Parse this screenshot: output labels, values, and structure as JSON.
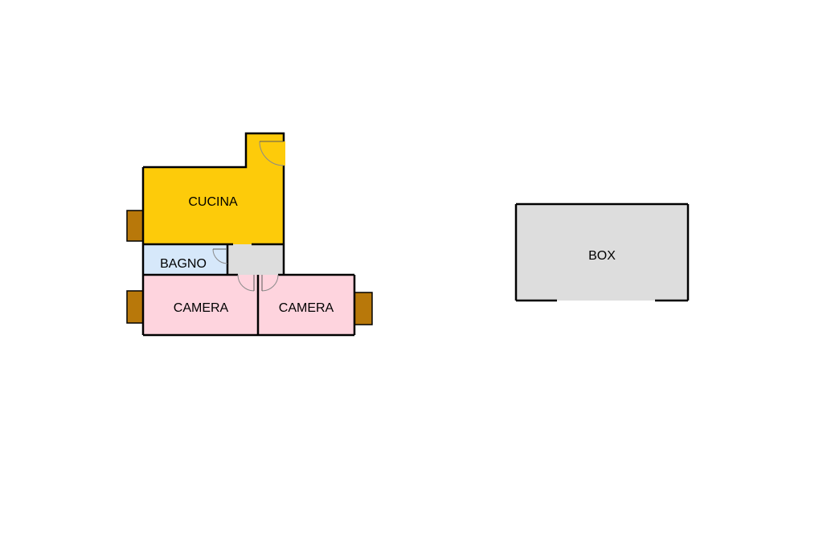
{
  "colors": {
    "cucina": "#FDCB0A",
    "bagno": "#D6E8FA",
    "camera": "#FED4DE",
    "corridor": "#DDDDDD",
    "box": "#DDDDDD",
    "window": "#B8780A",
    "wall": "#000000"
  },
  "rooms": {
    "cucina": "CUCINA",
    "bagno": "BAGNO",
    "camera_left": "CAMERA",
    "camera_right": "CAMERA",
    "box": "BOX"
  }
}
